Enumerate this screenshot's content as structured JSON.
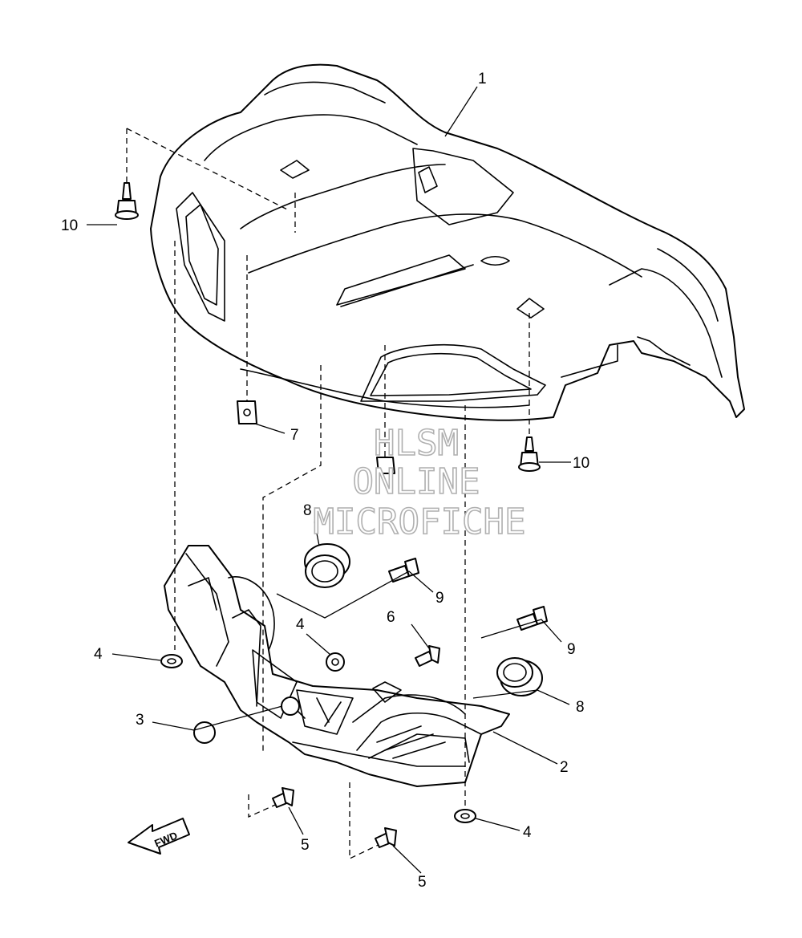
{
  "watermark": {
    "line1": "HLSM",
    "line2": "ONLINE",
    "line3": "MICROFICHE"
  },
  "direction_arrow": {
    "label": "FWD"
  },
  "callouts": [
    {
      "id": "c1",
      "label": "1"
    },
    {
      "id": "c10a",
      "label": "10"
    },
    {
      "id": "c10b",
      "label": "10"
    },
    {
      "id": "c7",
      "label": "7"
    },
    {
      "id": "c8a",
      "label": "8"
    },
    {
      "id": "c9a",
      "label": "9"
    },
    {
      "id": "c6",
      "label": "6"
    },
    {
      "id": "c9b",
      "label": "9"
    },
    {
      "id": "c4a",
      "label": "4"
    },
    {
      "id": "c4b",
      "label": "4"
    },
    {
      "id": "c8b",
      "label": "8"
    },
    {
      "id": "c3",
      "label": "3"
    },
    {
      "id": "c2",
      "label": "2"
    },
    {
      "id": "c4c",
      "label": "4"
    },
    {
      "id": "c5a",
      "label": "5"
    },
    {
      "id": "c5b",
      "label": "5"
    }
  ]
}
